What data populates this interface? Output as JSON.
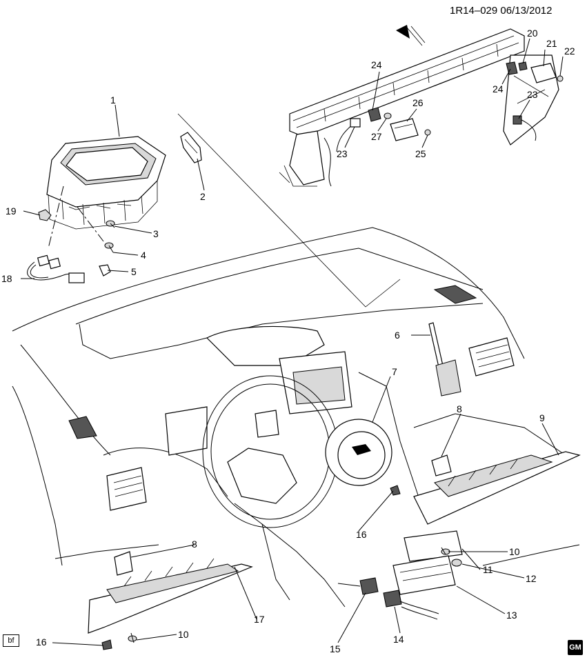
{
  "header": {
    "ref": "1R14–029  06/13/2012"
  },
  "corner_tag": "bf",
  "logo_text": "GM",
  "callouts": [
    {
      "n": "1"
    },
    {
      "n": "2"
    },
    {
      "n": "3"
    },
    {
      "n": "4"
    },
    {
      "n": "5"
    },
    {
      "n": "18"
    },
    {
      "n": "19"
    },
    {
      "n": "20"
    },
    {
      "n": "21"
    },
    {
      "n": "22"
    },
    {
      "n": "23"
    },
    {
      "n": "24"
    },
    {
      "n": "24"
    },
    {
      "n": "23"
    },
    {
      "n": "26"
    },
    {
      "n": "27"
    },
    {
      "n": "25"
    },
    {
      "n": "6"
    },
    {
      "n": "7"
    },
    {
      "n": "8"
    },
    {
      "n": "9"
    },
    {
      "n": "16"
    },
    {
      "n": "10"
    },
    {
      "n": "11"
    },
    {
      "n": "12"
    },
    {
      "n": "13"
    },
    {
      "n": "8"
    },
    {
      "n": "17"
    },
    {
      "n": "14"
    },
    {
      "n": "15"
    },
    {
      "n": "16"
    },
    {
      "n": "10"
    }
  ]
}
